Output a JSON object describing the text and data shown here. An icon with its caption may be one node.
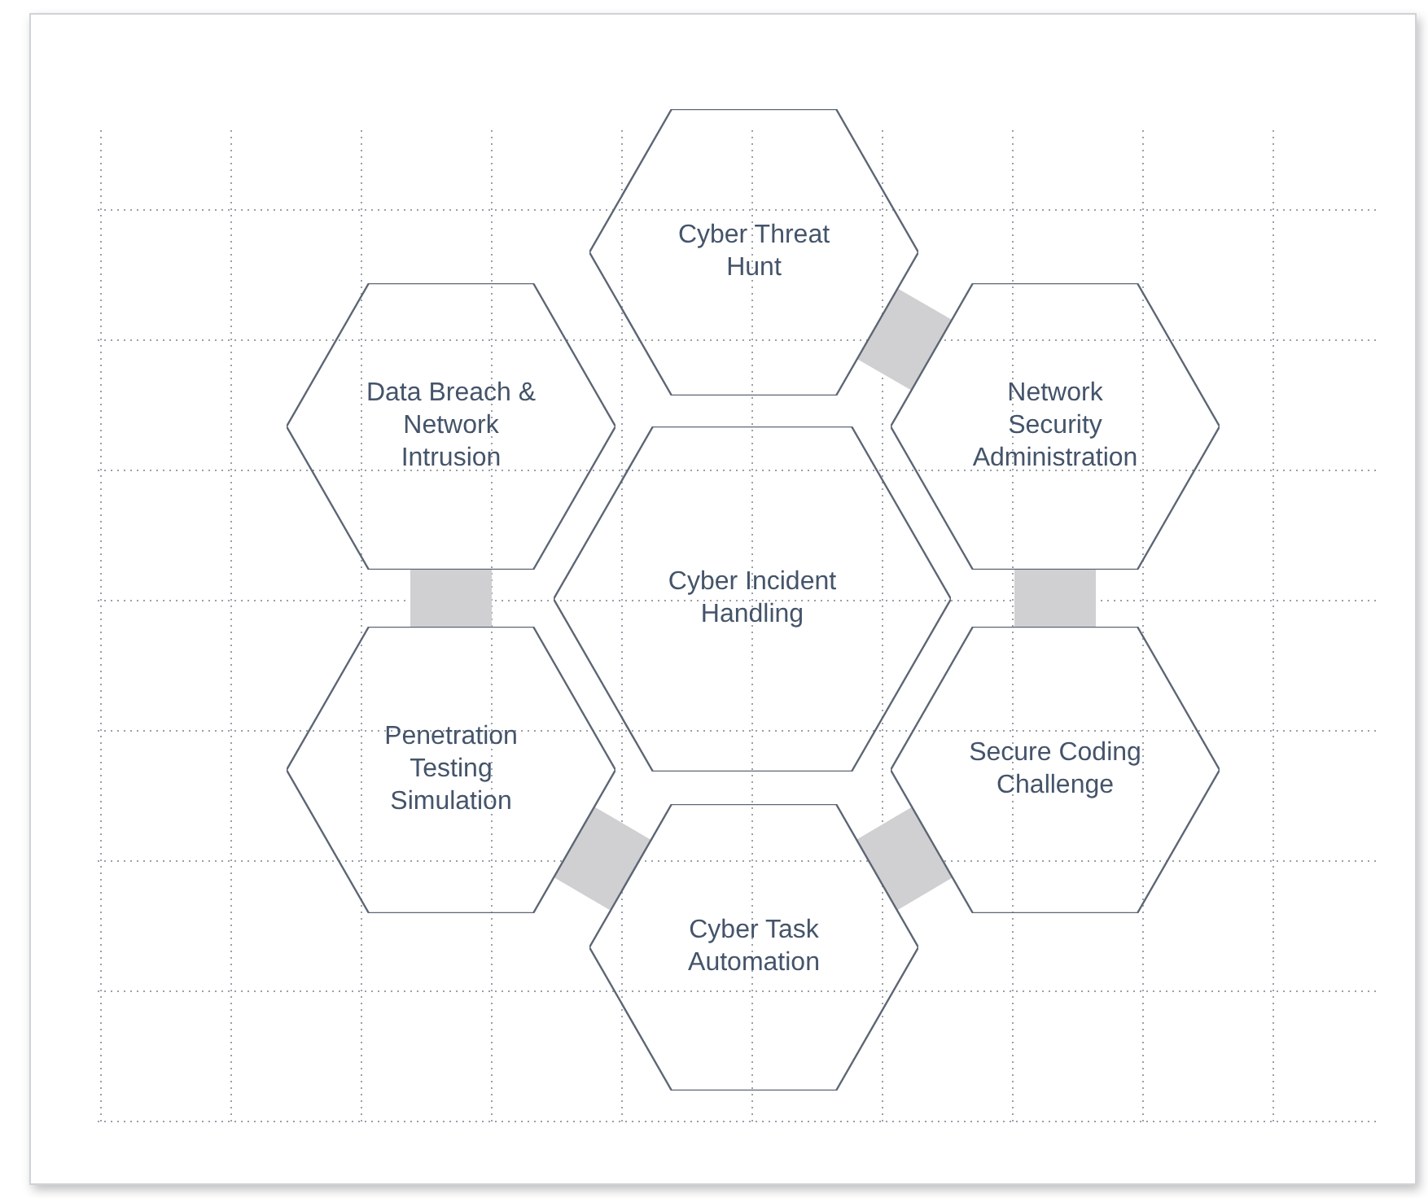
{
  "diagram": {
    "nodes": [
      {
        "text": [
          "Cyber Threat Hunt"
        ]
      },
      {
        "text": [
          "Data Breach & Network Intrusion"
        ]
      },
      {
        "text": [
          "Network Security Administration"
        ]
      },
      {
        "text": [
          "Cyber Incident Handling"
        ]
      },
      {
        "text": [
          "Penetration Testing Simulation"
        ]
      },
      {
        "text": [
          "Secure Coding Challenge"
        ]
      },
      {
        "text": [
          "Cyber Task Automation"
        ]
      }
    ],
    "edges": [
      {
        "from": 0,
        "to": 2,
        "arrow": "none"
      },
      {
        "from": 2,
        "to": 5,
        "arrow": "none"
      },
      {
        "from": 5,
        "to": 6,
        "arrow": "none"
      },
      {
        "from": 6,
        "to": 4,
        "arrow": "none"
      },
      {
        "from": 4,
        "to": 1,
        "arrow": "none"
      }
    ]
  }
}
